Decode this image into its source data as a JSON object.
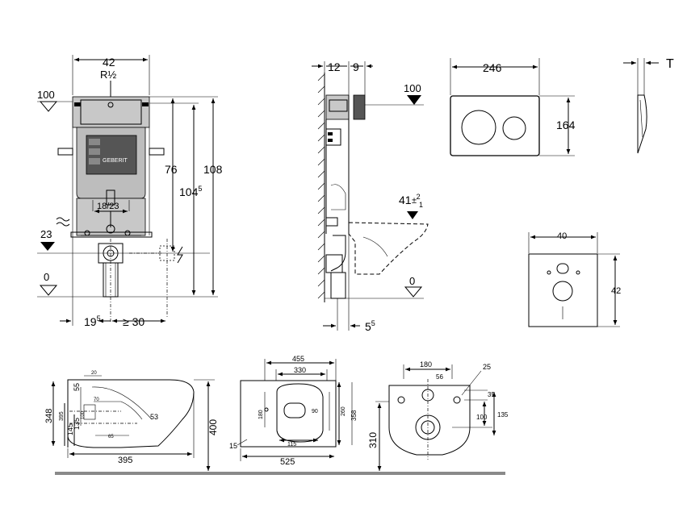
{
  "frame_front": {
    "width_top": "42",
    "thread": "R½",
    "level_100": "100",
    "level_23": "23",
    "level_0": "0",
    "dim_76": "76",
    "dim_104_5": "104",
    "dim_104_5_sup": "5",
    "dim_108": "108",
    "dim_18_23": "18/23",
    "dim_19_5": "19",
    "dim_19_5_sup": "5",
    "dim_ge30": "≥ 30"
  },
  "frame_side": {
    "dim_12": "12",
    "dim_9": "9",
    "level_100": "100",
    "dim_41": "41",
    "dim_41_tol_plus": "2",
    "dim_41_tol_minus": "1",
    "level_0": "0",
    "dim_5_5": "5",
    "dim_5_5_sup": "5"
  },
  "flush_plate": {
    "width": "246",
    "height": "164",
    "thickness": "T"
  },
  "sound_mat": {
    "width": "40",
    "height": "42"
  },
  "bowl_side": {
    "d20": "20",
    "d348": "348",
    "d55": "55",
    "d70": "70",
    "d395_inner": "395",
    "d135": "135",
    "d100": "100",
    "d145": "145",
    "d53": "53",
    "d65": "65",
    "d395": "395",
    "d400": "400"
  },
  "bowl_top": {
    "d455": "455",
    "d330": "330",
    "d180": "180",
    "d260": "260",
    "d358": "358",
    "d90": "90",
    "d115": "115",
    "d15": "15",
    "d525": "525"
  },
  "bowl_back": {
    "d180": "180",
    "d56": "56",
    "d25": "25",
    "d35": "35",
    "d100": "100",
    "d135": "135",
    "d310": "310"
  },
  "colors": {
    "line": "#000000",
    "floor": "#8a8a8a",
    "frame_fill": "#c8c8c8"
  }
}
